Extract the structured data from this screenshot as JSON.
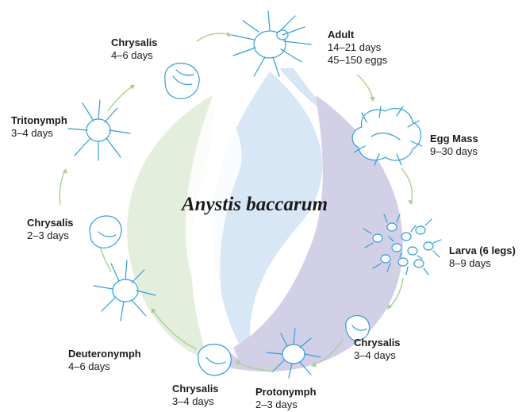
{
  "title": "Anystis baccarum",
  "colors": {
    "green_leaf": "#e3eedc",
    "blue_leaf": "#d6e6f4",
    "purple_leaf": "#d2d0e6",
    "arrow": "#a8d08d",
    "drawing": "#2f9fd8"
  },
  "stages": [
    {
      "name": "Adult",
      "lines": [
        "14–21 days",
        "45–150 eggs"
      ],
      "icon": "adult-mite-icon"
    },
    {
      "name": "Egg Mass",
      "lines": [
        "9–30 days"
      ],
      "icon": "egg-mass-icon"
    },
    {
      "name": "Larva (6 legs)",
      "lines": [
        "8–9 days"
      ],
      "icon": "larva-cluster-icon"
    },
    {
      "name": "Chrysalis",
      "lines": [
        "3–4 days"
      ],
      "icon": "chrysalis-icon"
    },
    {
      "name": "Protonymph",
      "lines": [
        "2–3 days"
      ],
      "icon": "protonymph-mite-icon"
    },
    {
      "name": "Chrysalis",
      "lines": [
        "3–4 days"
      ],
      "icon": "chrysalis-icon"
    },
    {
      "name": "Deuteronymph",
      "lines": [
        "4–6 days"
      ],
      "icon": "deuteronymph-mite-icon"
    },
    {
      "name": "Chrysalis",
      "lines": [
        "2–3 days"
      ],
      "icon": "chrysalis-icon"
    },
    {
      "name": "Tritonymph",
      "lines": [
        "3–4 days"
      ],
      "icon": "tritonymph-mite-icon"
    },
    {
      "name": "Chrysalis",
      "lines": [
        "4–6 days"
      ],
      "icon": "chrysalis-icon"
    }
  ]
}
